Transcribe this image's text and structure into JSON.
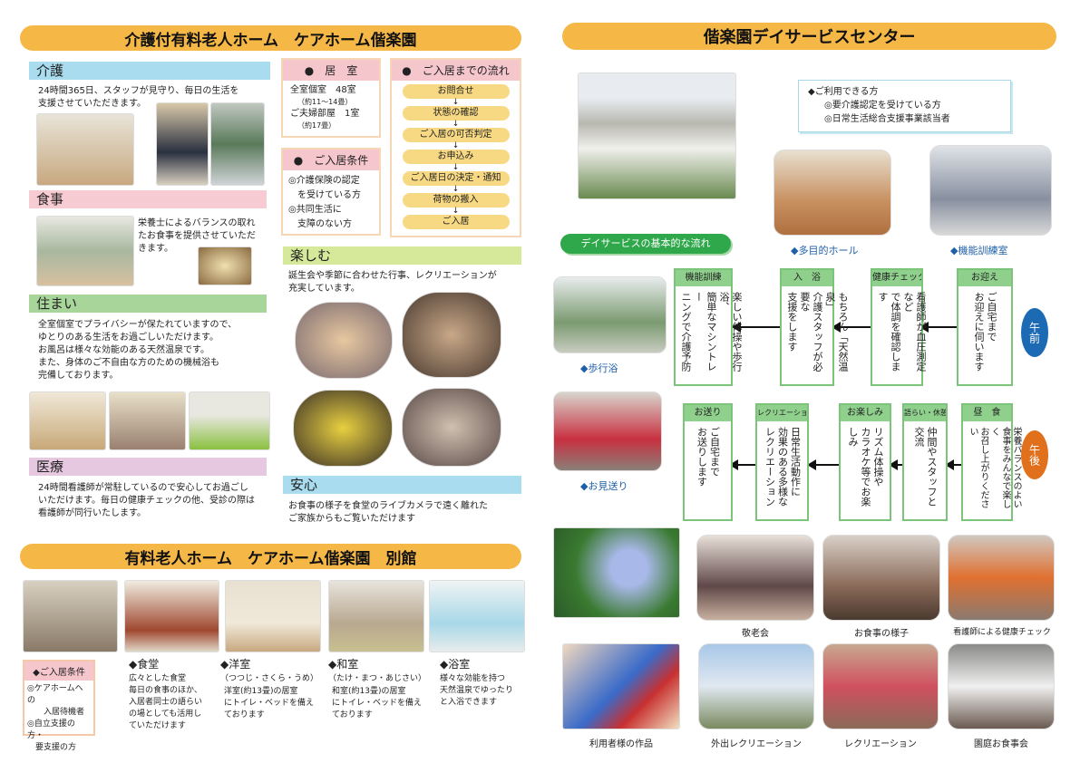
{
  "left": {
    "title": "介護付有料老人ホーム　ケアホーム偕楽園",
    "kaigo": {
      "heading": "介護",
      "text": "24時間365日、スタッフが見守り、毎日の生活を\n支援させていただきます。"
    },
    "shokuji": {
      "heading": "食事",
      "text": "栄養士によるバランスの取れ\nたお食事を提供させていただ\nきます。"
    },
    "sumai": {
      "heading": "住まい",
      "text": "全室個室でプライバシーが保たれていますので、\nゆとりのある生活をお過ごしいただけます。\nお風呂は様々な効能のある天然温泉です。\nまた、身体のご不自由な方のための機械浴も\n完備しております。"
    },
    "iryo": {
      "heading": "医療",
      "text": "24時間看護師が常駐しているので安心してお過ごし\nいただけます。毎日の健康チェックの他、受診の際は\n看護師が同行いたします。"
    },
    "rooms": {
      "heading": "●　居　室",
      "line1": "全室個室　48室",
      "line1_note": "（約11〜14畳）",
      "line2": "ご夫婦部屋　1室",
      "line2_note": "（約17畳）"
    },
    "conditions": {
      "heading": "●　ご入居条件",
      "text": "◎介護保険の認定\n　を受けている方\n◎共同生活に\n　支障のない方"
    },
    "flow": {
      "heading": "●　ご入居までの流れ",
      "steps": [
        "お問合せ",
        "状態の確認",
        "ご入居の可否判定",
        "お申込み",
        "ご入居日の決定・通知",
        "荷物の搬入",
        "ご入居"
      ]
    },
    "tanoshimu": {
      "heading": "楽しむ",
      "text": "誕生会や季節に合わせた行事、レクリエーションが\n充実しています。"
    },
    "anshin": {
      "heading": "安心",
      "text": "お食事の様子を食堂のライブカメラで遠く離れた\nご家族からもご覧いただけます"
    }
  },
  "annex": {
    "title": "有料老人ホーム　ケアホーム偕楽園　別館",
    "conditions": {
      "heading": "◆ご入居条件",
      "text": "◎ケアホームへの\n　　入居待機者\n◎自立支援の方・\n　要支援の方"
    },
    "rooms": [
      {
        "title": "◆食堂",
        "subtitle": "",
        "text": "広々とした食堂\n毎日の食事のほか、\n入居者同士の語らい\nの場としても活用し\nていただけます"
      },
      {
        "title": "◆洋室",
        "subtitle": "（つつじ・さくら・うめ）",
        "text": "洋室(約13畳)の居室\nにトイレ・ベッドを備え\nております"
      },
      {
        "title": "◆和室",
        "subtitle": "（たけ・まつ・あじさい）",
        "text": "和室(約13畳)の居室\nにトイレ・ベッドを備え\nております"
      },
      {
        "title": "◆浴室",
        "subtitle": "",
        "text": "様々な効能を持つ\n天然温泉でゆったり\nと入浴できます"
      }
    ]
  },
  "right": {
    "title": "偕楽園デイサービスセンター",
    "eligibility": {
      "heading": "◆ご利用できる方",
      "items": [
        "◎要介護認定を受けている方",
        "◎日常生活総合支援事業該当者"
      ]
    },
    "photo_captions": {
      "hall": "◆多目的ホール",
      "training": "◆機能訓練室",
      "walking_bath": "◆歩行浴",
      "send_off": "◆お見送り"
    },
    "flow_title": "デイサービスの基本的な流れ",
    "am_label": "午前",
    "pm_label": "午後",
    "am_steps": [
      {
        "title": "お迎え",
        "text": "ご自宅まで\nお迎えに伺います"
      },
      {
        "title": "健康チェック",
        "text": "看護師が血圧測定など\nで体調を確認します"
      },
      {
        "title": "入　浴",
        "text": "もちろん「天然温泉」\n介護スタッフが必要な\n支援をします"
      },
      {
        "title": "機能訓練",
        "text": "楽しい体操や歩行浴、\n簡単なマシントレー\nニングで介護予防"
      }
    ],
    "pm_steps": [
      {
        "title": "昼　食",
        "text": "栄養バランスのよい\n食事をみんなで楽しく\nお召し上がりください"
      },
      {
        "title": "語らい・休憩",
        "text": "仲間やスタッフと交流"
      },
      {
        "title": "お楽しみ",
        "text": "リズム体操や\nカラオケ等でお楽しみ"
      },
      {
        "title": "レクリエーション",
        "text": "日常生活動作に\n効果のある多様な\nレクリエーション"
      },
      {
        "title": "お送り",
        "text": "ご自宅まで\nお送りします"
      }
    ],
    "gallery": [
      "敬老会",
      "お食事の様子",
      "看護師による健康チェック",
      "利用者様の作品",
      "外出レクリエーション",
      "レクリエーション",
      "園庭お食事会"
    ]
  }
}
